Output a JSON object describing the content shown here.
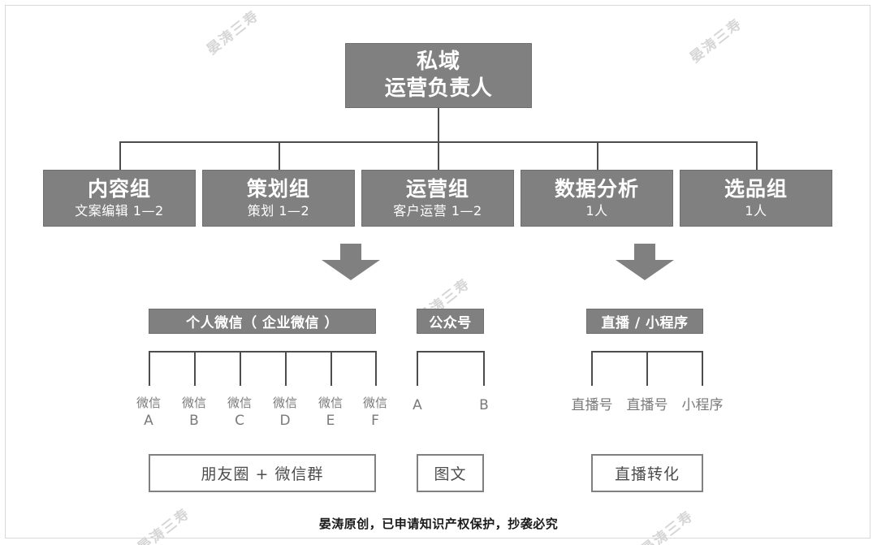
{
  "diagram": {
    "root": {
      "line1": "私域",
      "line2": "运营负责人"
    },
    "departments": [
      {
        "name": "内容组",
        "staff": "文案编辑 1—2"
      },
      {
        "name": "策划组",
        "staff": "策划 1—2"
      },
      {
        "name": "运营组",
        "staff": "客户运营 1—2"
      },
      {
        "name": "数据分析",
        "staff": "1人"
      },
      {
        "name": "选品组",
        "staff": "1人"
      }
    ],
    "channels": [
      {
        "header": "个人微信（ 企业微信 ）",
        "leaves": [
          {
            "top": "微信",
            "bottom": "A"
          },
          {
            "top": "微信",
            "bottom": "B"
          },
          {
            "top": "微信",
            "bottom": "C"
          },
          {
            "top": "微信",
            "bottom": "D"
          },
          {
            "top": "微信",
            "bottom": "E"
          },
          {
            "top": "微信",
            "bottom": "F"
          }
        ],
        "outcome": "朋友圈 + 微信群"
      },
      {
        "header": "公众号",
        "leaves": [
          {
            "top": "",
            "bottom": "A"
          },
          {
            "top": "",
            "bottom": "B"
          }
        ],
        "outcome": "图文"
      },
      {
        "header": "直播 / 小程序",
        "leaves": [
          {
            "top": "",
            "bottom": "直播号"
          },
          {
            "top": "",
            "bottom": "直播号"
          },
          {
            "top": "",
            "bottom": "小程序"
          }
        ],
        "outcome": "直播转化"
      }
    ]
  },
  "footer": {
    "text": "晏涛原创，已申请知识产权保护，抄袭必究"
  },
  "watermark": {
    "text": "晏涛三寿"
  },
  "colors": {
    "box_fill": "#808080",
    "box_text": "#ffffff",
    "line": "#4d4d4d",
    "outcome_text": "#4d4d4d",
    "leaf_text": "#7a7a7a",
    "watermark": "#d6d6d6"
  }
}
